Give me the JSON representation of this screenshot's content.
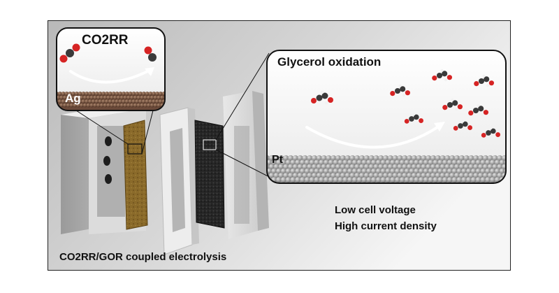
{
  "labels": {
    "co2rr": "CO2RR",
    "ag": "Ag",
    "glycerol_oxidation": "Glycerol oxidation",
    "pt": "Pt",
    "low_voltage": "Low cell voltage",
    "high_current": "High current density",
    "caption": "CO2RR/GOR coupled electrolysis"
  },
  "colors": {
    "carbon_atom": "#3a3a3a",
    "oxygen_atom": "#d62424",
    "hydrogen_atom": "#f2f2f2",
    "silver_particles": "#6b4a3a",
    "platinum_particles": "#9a9a9a",
    "carbon_paper": "#8a6a2a",
    "carbon_felt": "#2a2a2a"
  }
}
